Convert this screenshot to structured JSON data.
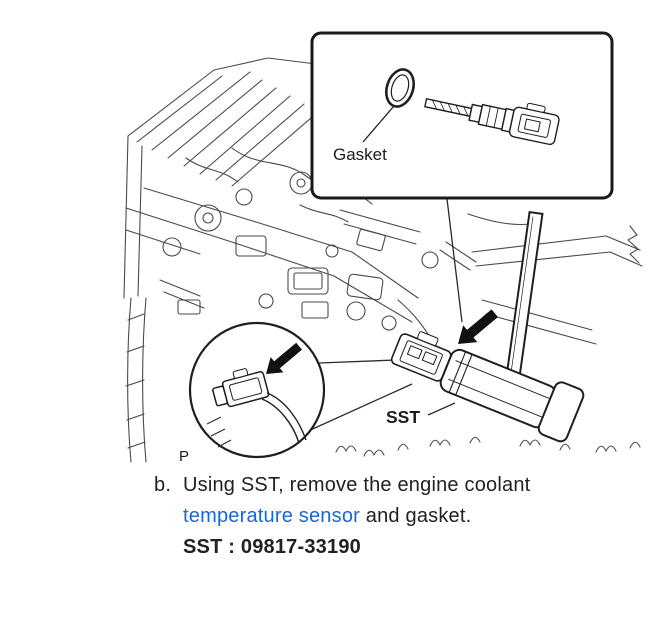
{
  "diagram": {
    "callout_label": "Gasket",
    "tool_label": "SST",
    "corner_label": "P"
  },
  "instruction": {
    "step_letter": "b.",
    "line1": "Using SST, remove the engine coolant",
    "link_text": "temperature sensor",
    "after_link": " and gasket.",
    "sst_number_line": "SST : 09817-33190"
  },
  "colors": {
    "link_blue": "#1967d2",
    "text": "#202124",
    "line_art": "#4a4a4a"
  }
}
